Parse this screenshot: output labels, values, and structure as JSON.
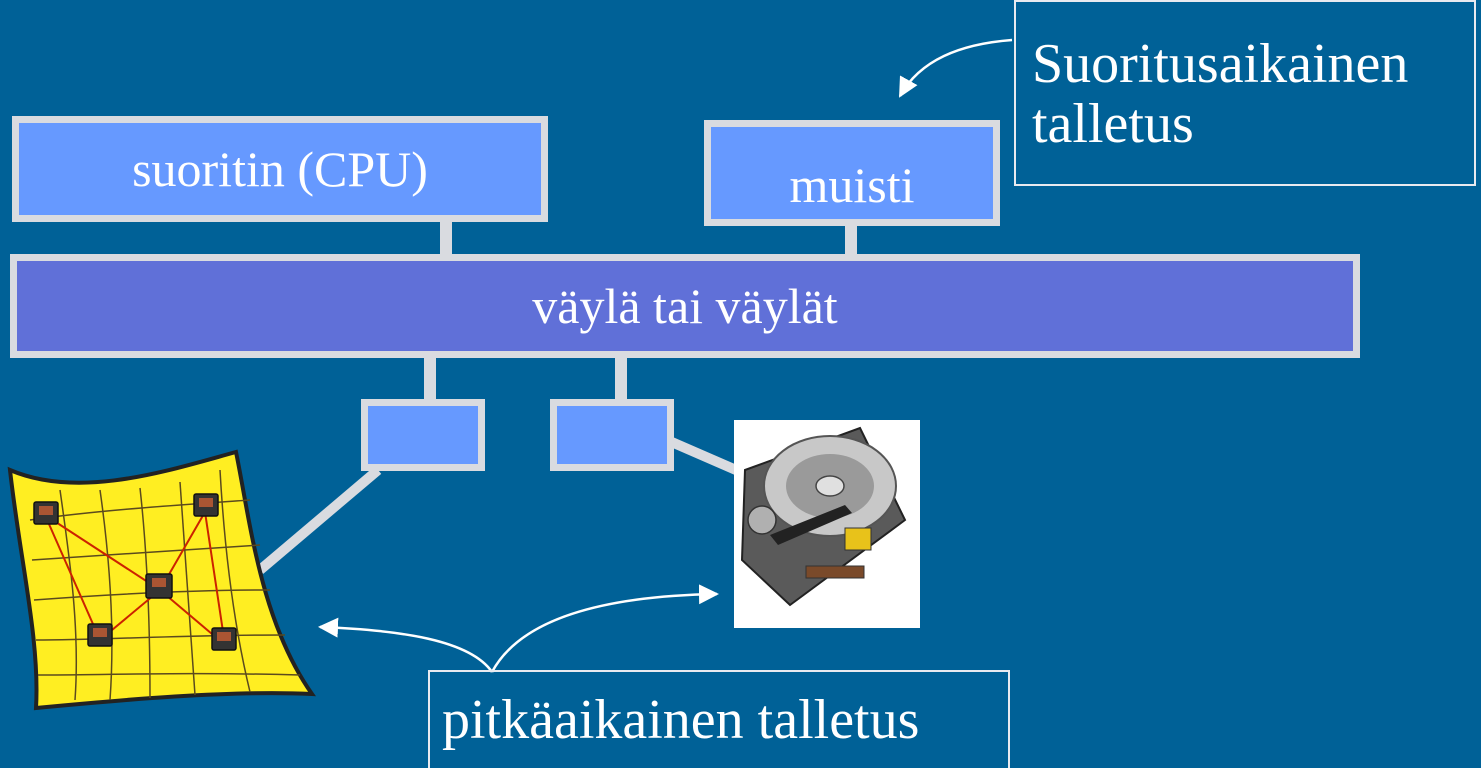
{
  "diagram": {
    "cpu_label": "suoritin (CPU)",
    "memory_label": "muisti",
    "bus_label": "väylä tai väylät",
    "runtime_storage_label_line1": "Suoritusaikainen",
    "runtime_storage_label_line2": "talletus",
    "longterm_storage_label": "pitkäaikainen talletus",
    "icons": [
      "network-icon",
      "hard-disk-icon"
    ],
    "colors": {
      "background": "#006197",
      "component_fill": "#6699ff",
      "bus_fill": "#6070d8",
      "border": "#d9dbe0"
    }
  }
}
